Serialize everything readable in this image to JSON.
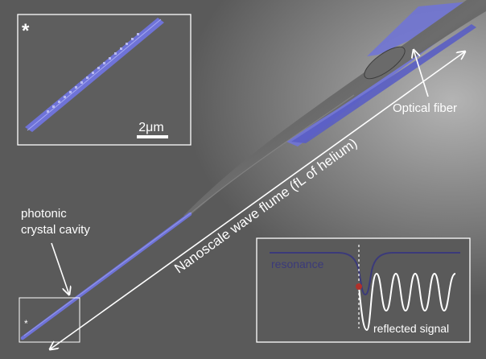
{
  "labels": {
    "optical_fiber": "Optical fiber",
    "photonic_line1": "photonic",
    "photonic_line2": "crystal cavity",
    "flume": "Nanoscale wave flume (fL of helium)",
    "inset_star": "*",
    "small_star": "*",
    "scale_bar": "2μm",
    "resonance": "resonance",
    "reflected_signal": "reflected signal"
  },
  "colors": {
    "device_blue": "#6f73d8",
    "resonance_curve": "#3b3a7a",
    "signal_curve": "#ffffff",
    "marker": "#b0302a",
    "background": "#5d5d5d"
  }
}
